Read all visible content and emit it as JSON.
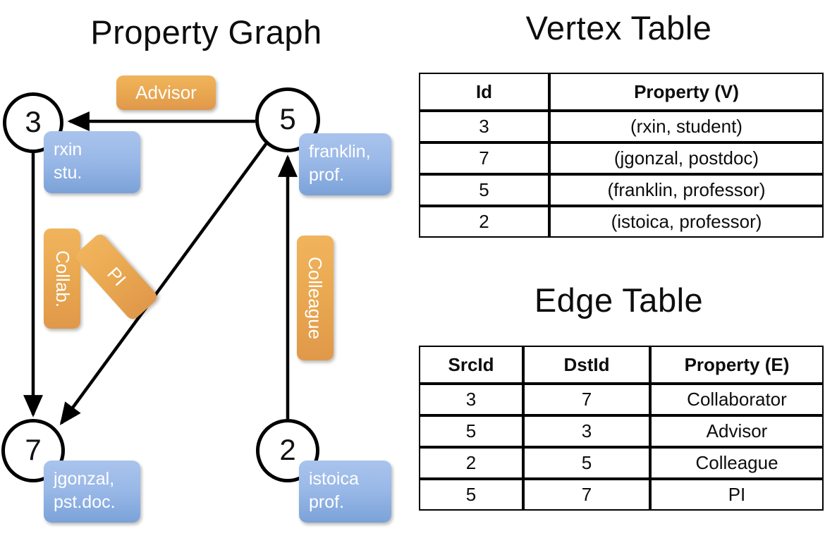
{
  "titles": {
    "property_graph": "Property Graph",
    "vertex_table": "Vertex Table",
    "edge_table": "Edge Table"
  },
  "graph": {
    "nodes": [
      {
        "id": "3",
        "property_label": "rxin\nstu."
      },
      {
        "id": "5",
        "property_label": "franklin,\nprof."
      },
      {
        "id": "7",
        "property_label": "jgonzal,\npst.doc."
      },
      {
        "id": "2",
        "property_label": "istoica\nprof."
      }
    ],
    "node_ids": {
      "n3": "3",
      "n5": "5",
      "n7": "7",
      "n2": "2"
    },
    "property_boxes": {
      "rxin_line1": "rxin",
      "rxin_line2": "stu.",
      "franklin_line1": "franklin,",
      "franklin_line2": "prof.",
      "jgonzal_line1": "jgonzal,",
      "jgonzal_line2": "pst.doc.",
      "istoica_line1": "istoica",
      "istoica_line2": "prof."
    },
    "edge_labels": {
      "advisor": "Advisor",
      "collab": "Collab.",
      "pi": "PI",
      "colleague": "Colleague"
    },
    "edges": [
      {
        "from": "5",
        "to": "3",
        "label": "Advisor"
      },
      {
        "from": "3",
        "to": "7",
        "label": "Collab."
      },
      {
        "from": "5",
        "to": "7",
        "label": "PI"
      },
      {
        "from": "2",
        "to": "5",
        "label": "Colleague"
      }
    ]
  },
  "vertex_table": {
    "headers": [
      "Id",
      "Property (V)"
    ],
    "rows": [
      {
        "id": "3",
        "property": "(rxin, student)"
      },
      {
        "id": "7",
        "property": "(jgonzal, postdoc)"
      },
      {
        "id": "5",
        "property": "(franklin, professor)"
      },
      {
        "id": "2",
        "property": "(istoica, professor)"
      }
    ]
  },
  "edge_table": {
    "headers": [
      "SrcId",
      "DstId",
      "Property (E)"
    ],
    "rows": [
      {
        "src": "3",
        "dst": "7",
        "property": "Collaborator"
      },
      {
        "src": "5",
        "dst": "3",
        "property": "Advisor"
      },
      {
        "src": "2",
        "dst": "5",
        "property": "Colleague"
      },
      {
        "src": "5",
        "dst": "7",
        "property": "PI"
      }
    ]
  },
  "colors": {
    "vertex_property_fill": "#9ab9e8",
    "edge_label_fill": "#eaa951",
    "vertex_table_highlight": "#ccd9ef",
    "edge_table_highlight": "#f7ddc0",
    "stroke": "#000000",
    "background": "#ffffff"
  }
}
